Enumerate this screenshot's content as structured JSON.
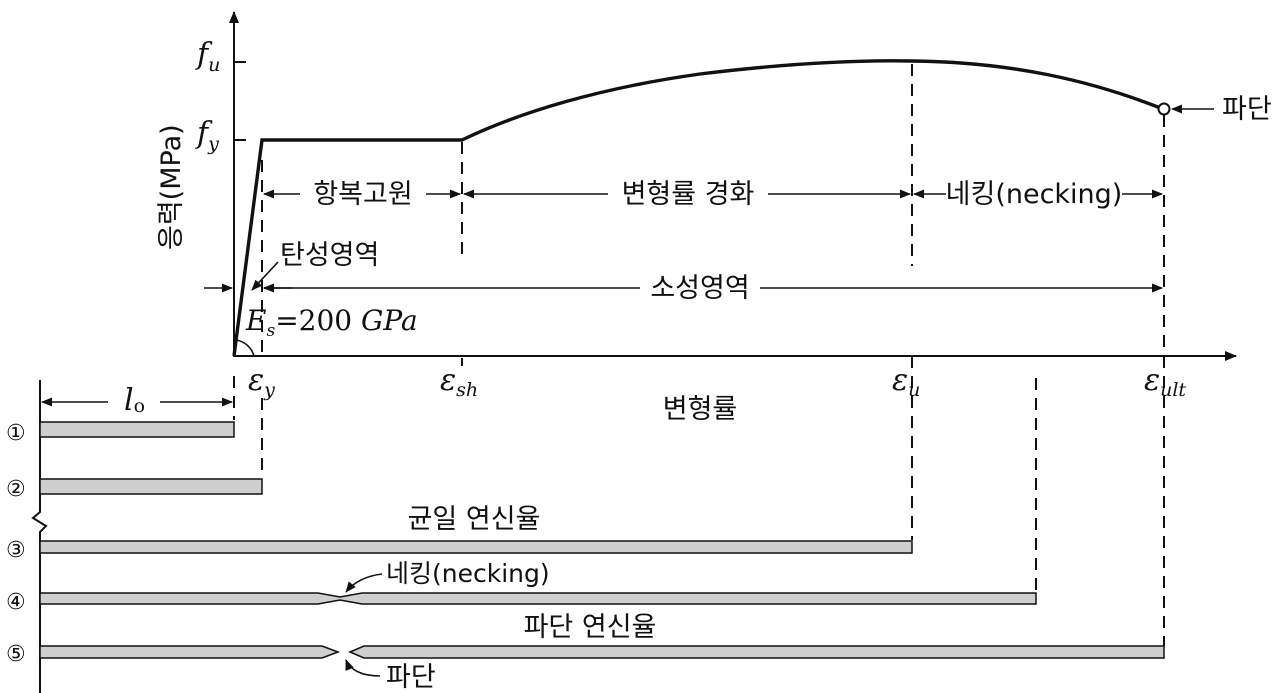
{
  "axes": {
    "y_label": "응력(MPa)",
    "x_label": "변형률",
    "y_ticks": {
      "fu_main": "f",
      "fu_sub": "u",
      "fy_main": "f",
      "fy_sub": "y"
    },
    "x_ticks": {
      "ey_main": "ε",
      "ey_sub": "y",
      "esh_main": "ε",
      "esh_sub": "sh",
      "eu_main": "ε",
      "eu_sub": "u",
      "eult_main": "ε",
      "eult_sub": "ult"
    }
  },
  "regions": {
    "yield_plateau": "항복고원",
    "strain_hardening": "변형률 경화",
    "necking": "네킹(necking)",
    "elastic": "탄성영역",
    "plastic": "소성영역"
  },
  "modulus": {
    "E": "E",
    "sub": "s",
    "eq": "=200 ",
    "unit": "GPa"
  },
  "fracture_label": "파단",
  "specimens": {
    "length_main": "l",
    "length_sub": "o",
    "numbers": [
      "①",
      "②",
      "③",
      "④",
      "⑤"
    ],
    "uniform_elongation": "균일 연신율",
    "necking_label": "네킹(necking)",
    "fracture_elongation": "파단 연신율",
    "fracture_label": "파단"
  }
}
